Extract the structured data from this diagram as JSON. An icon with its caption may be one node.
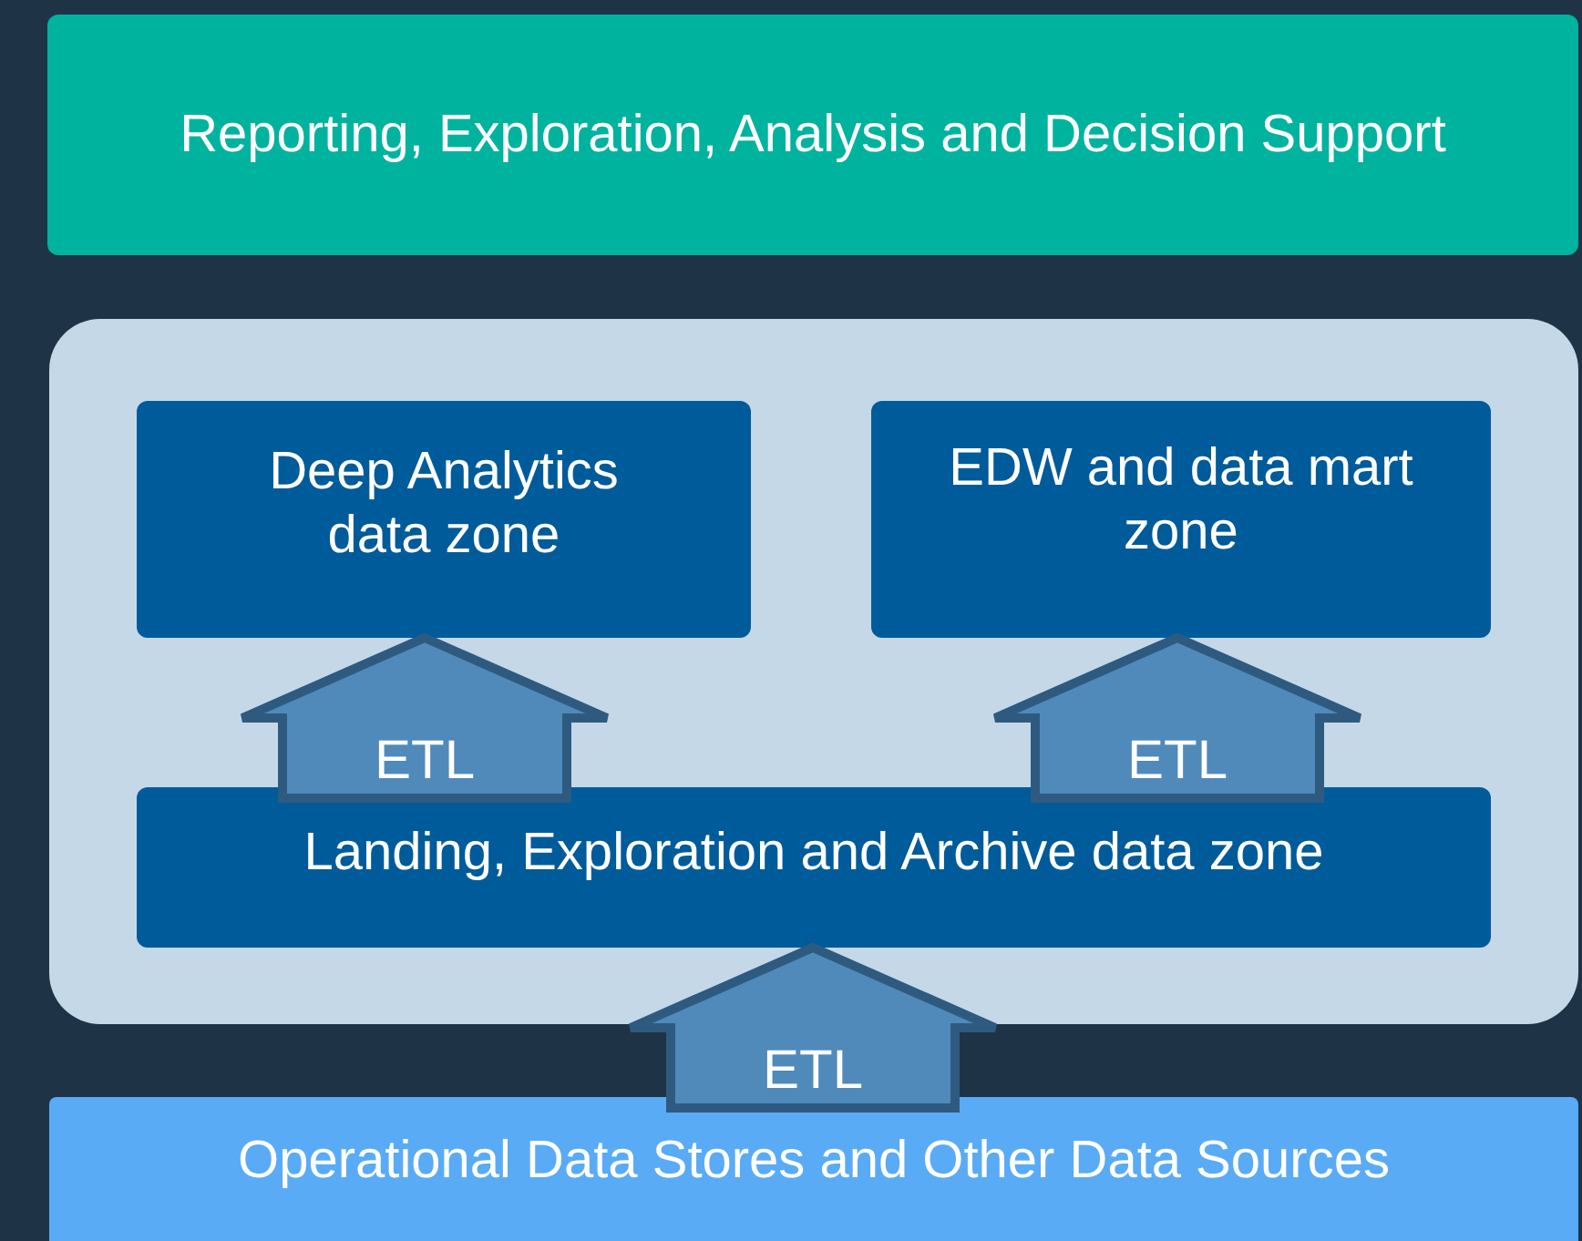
{
  "diagram": {
    "nodes": [
      {
        "text": [
          "Reporting, Exploration, Analysis and Decision Support"
        ]
      },
      {
        "text": [],
        "shape": "box"
      },
      {
        "text": [
          "Deep Analytics data zone"
        ],
        "in": 1
      },
      {
        "text": [
          "EDW and data mart zone"
        ],
        "in": 1
      },
      {
        "text": [
          "Landing, Exploration and Archive data zone"
        ],
        "in": 1
      },
      {
        "text": [
          "Operational Data Stores and Other Data Sources"
        ]
      }
    ],
    "edges": [
      {
        "from": 4,
        "to": 2,
        "arrow": "to",
        "label": "ETL"
      },
      {
        "from": 4,
        "to": 3,
        "arrow": "to",
        "label": "ETL"
      },
      {
        "from": 5,
        "to": 4,
        "arrow": "to",
        "label": "ETL"
      }
    ]
  }
}
